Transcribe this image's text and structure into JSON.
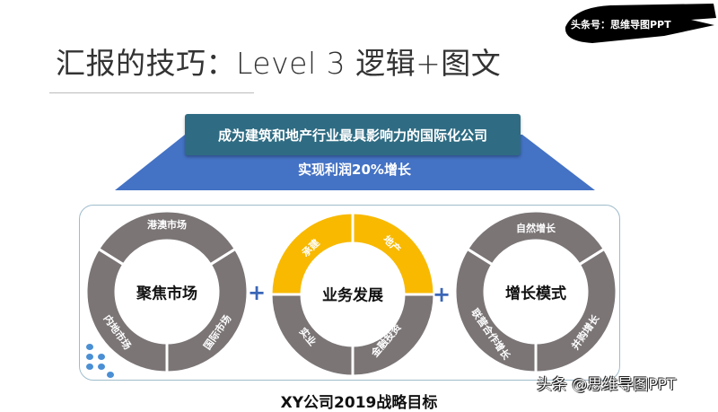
{
  "slide": {
    "title": "汇报的技巧：Level 3 逻辑+图文",
    "footer": "XY公司2019战略目标"
  },
  "brush_badge": "头条号：思维导图PPT",
  "watermark": "头条 @思维导图PPT",
  "pyramid": {
    "vision": "成为建筑和地产行业最具影响力的国际化公司",
    "goal": "实现利润20%增长"
  },
  "rings": [
    {
      "center": "聚焦市场",
      "segments": [
        "港澳市场",
        "国际市场",
        "内地市场"
      ]
    },
    {
      "center": "业务发展",
      "segments": [
        "地产",
        "金融投资",
        "实业",
        "承建"
      ]
    },
    {
      "center": "增长模式",
      "segments": [
        "自然增长",
        "并购增长",
        "联营合作增长"
      ]
    }
  ],
  "plus": "+",
  "colors": {
    "ring_gray": "#7b7576",
    "ring_yellow": "#f8b900",
    "banner": "#2f6c83",
    "trapezoid": "#4472c4",
    "plus": "#3a66b7"
  }
}
